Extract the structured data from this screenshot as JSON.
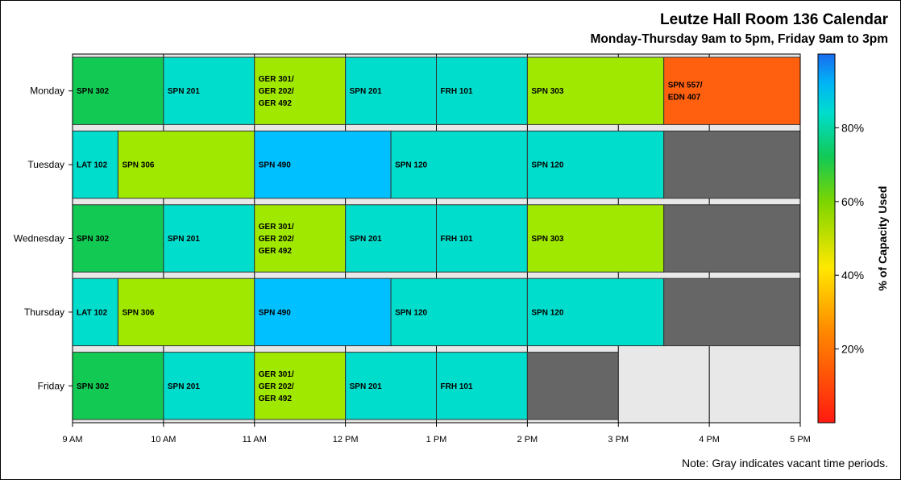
{
  "chart_data": {
    "type": "gantt",
    "title": "Leutze Hall Room 136 Calendar",
    "subtitle": "Monday-Thursday 9am to 5pm, Friday 9am to 3pm",
    "note": "Note: Gray indicates vacant time periods.",
    "x_ticks": [
      "9 AM",
      "10 AM",
      "11 AM",
      "12 PM",
      "1 PM",
      "2 PM",
      "3 PM",
      "4 PM",
      "5 PM"
    ],
    "x_range": [
      9,
      17
    ],
    "days": [
      "Monday",
      "Tuesday",
      "Wednesday",
      "Thursday",
      "Friday"
    ],
    "colorbar": {
      "title": "% of Capacity Used",
      "ticks": [
        "20%",
        "40%",
        "60%",
        "80%"
      ],
      "tick_values": [
        20,
        40,
        60,
        80
      ],
      "range": [
        0,
        100
      ]
    },
    "vacant_color": "#666666",
    "schedule": [
      {
        "day": "Monday",
        "sessions": [
          {
            "start": 9,
            "end": 10,
            "label": [
              "SPN 302"
            ],
            "color": "#12c954"
          },
          {
            "start": 10,
            "end": 11,
            "label": [
              "SPN 201"
            ],
            "color": "#00ddcc"
          },
          {
            "start": 11,
            "end": 12,
            "label": [
              "GER 301/",
              "GER 202/",
              "GER 492"
            ],
            "color": "#a0e800"
          },
          {
            "start": 12,
            "end": 13,
            "label": [
              "SPN 201"
            ],
            "color": "#00ddcc"
          },
          {
            "start": 13,
            "end": 14,
            "label": [
              "FRH 101"
            ],
            "color": "#00ddcc"
          },
          {
            "start": 14,
            "end": 15.5,
            "label": [
              "SPN 303"
            ],
            "color": "#a0e800"
          },
          {
            "start": 15.5,
            "end": 17,
            "label": [
              "SPN 557/",
              "EDN 407"
            ],
            "color": "#ff6010"
          }
        ],
        "vacant": []
      },
      {
        "day": "Tuesday",
        "sessions": [
          {
            "start": 9,
            "end": 9.5,
            "label": [
              "LAT 102"
            ],
            "color": "#00ddcc"
          },
          {
            "start": 9.5,
            "end": 11,
            "label": [
              "SPN 306"
            ],
            "color": "#a0e800"
          },
          {
            "start": 11,
            "end": 12.5,
            "label": [
              "SPN 490"
            ],
            "color": "#00c0ff"
          },
          {
            "start": 12.5,
            "end": 14,
            "label": [
              "SPN 120"
            ],
            "color": "#00ddcc"
          },
          {
            "start": 14,
            "end": 15.5,
            "label": [
              "SPN 120"
            ],
            "color": "#00ddcc"
          }
        ],
        "vacant": [
          {
            "start": 15.5,
            "end": 17
          }
        ]
      },
      {
        "day": "Wednesday",
        "sessions": [
          {
            "start": 9,
            "end": 10,
            "label": [
              "SPN 302"
            ],
            "color": "#12c954"
          },
          {
            "start": 10,
            "end": 11,
            "label": [
              "SPN 201"
            ],
            "color": "#00ddcc"
          },
          {
            "start": 11,
            "end": 12,
            "label": [
              "GER 301/",
              "GER 202/",
              "GER 492"
            ],
            "color": "#a0e800"
          },
          {
            "start": 12,
            "end": 13,
            "label": [
              "SPN 201"
            ],
            "color": "#00ddcc"
          },
          {
            "start": 13,
            "end": 14,
            "label": [
              "FRH 101"
            ],
            "color": "#00ddcc"
          },
          {
            "start": 14,
            "end": 15.5,
            "label": [
              "SPN 303"
            ],
            "color": "#a0e800"
          }
        ],
        "vacant": [
          {
            "start": 15.5,
            "end": 17
          }
        ]
      },
      {
        "day": "Thursday",
        "sessions": [
          {
            "start": 9,
            "end": 9.5,
            "label": [
              "LAT 102"
            ],
            "color": "#00ddcc"
          },
          {
            "start": 9.5,
            "end": 11,
            "label": [
              "SPN 306"
            ],
            "color": "#a0e800"
          },
          {
            "start": 11,
            "end": 12.5,
            "label": [
              "SPN 490"
            ],
            "color": "#00c0ff"
          },
          {
            "start": 12.5,
            "end": 14,
            "label": [
              "SPN 120"
            ],
            "color": "#00ddcc"
          },
          {
            "start": 14,
            "end": 15.5,
            "label": [
              "SPN 120"
            ],
            "color": "#00ddcc"
          }
        ],
        "vacant": [
          {
            "start": 15.5,
            "end": 17
          }
        ]
      },
      {
        "day": "Friday",
        "sessions": [
          {
            "start": 9,
            "end": 10,
            "label": [
              "SPN 302"
            ],
            "color": "#12c954"
          },
          {
            "start": 10,
            "end": 11,
            "label": [
              "SPN 201"
            ],
            "color": "#00ddcc"
          },
          {
            "start": 11,
            "end": 12,
            "label": [
              "GER 301/",
              "GER 202/",
              "GER 492"
            ],
            "color": "#a0e800"
          },
          {
            "start": 12,
            "end": 13,
            "label": [
              "SPN 201"
            ],
            "color": "#00ddcc"
          },
          {
            "start": 13,
            "end": 14,
            "label": [
              "FRH 101"
            ],
            "color": "#00ddcc"
          }
        ],
        "vacant": [
          {
            "start": 14,
            "end": 15
          }
        ]
      }
    ]
  }
}
